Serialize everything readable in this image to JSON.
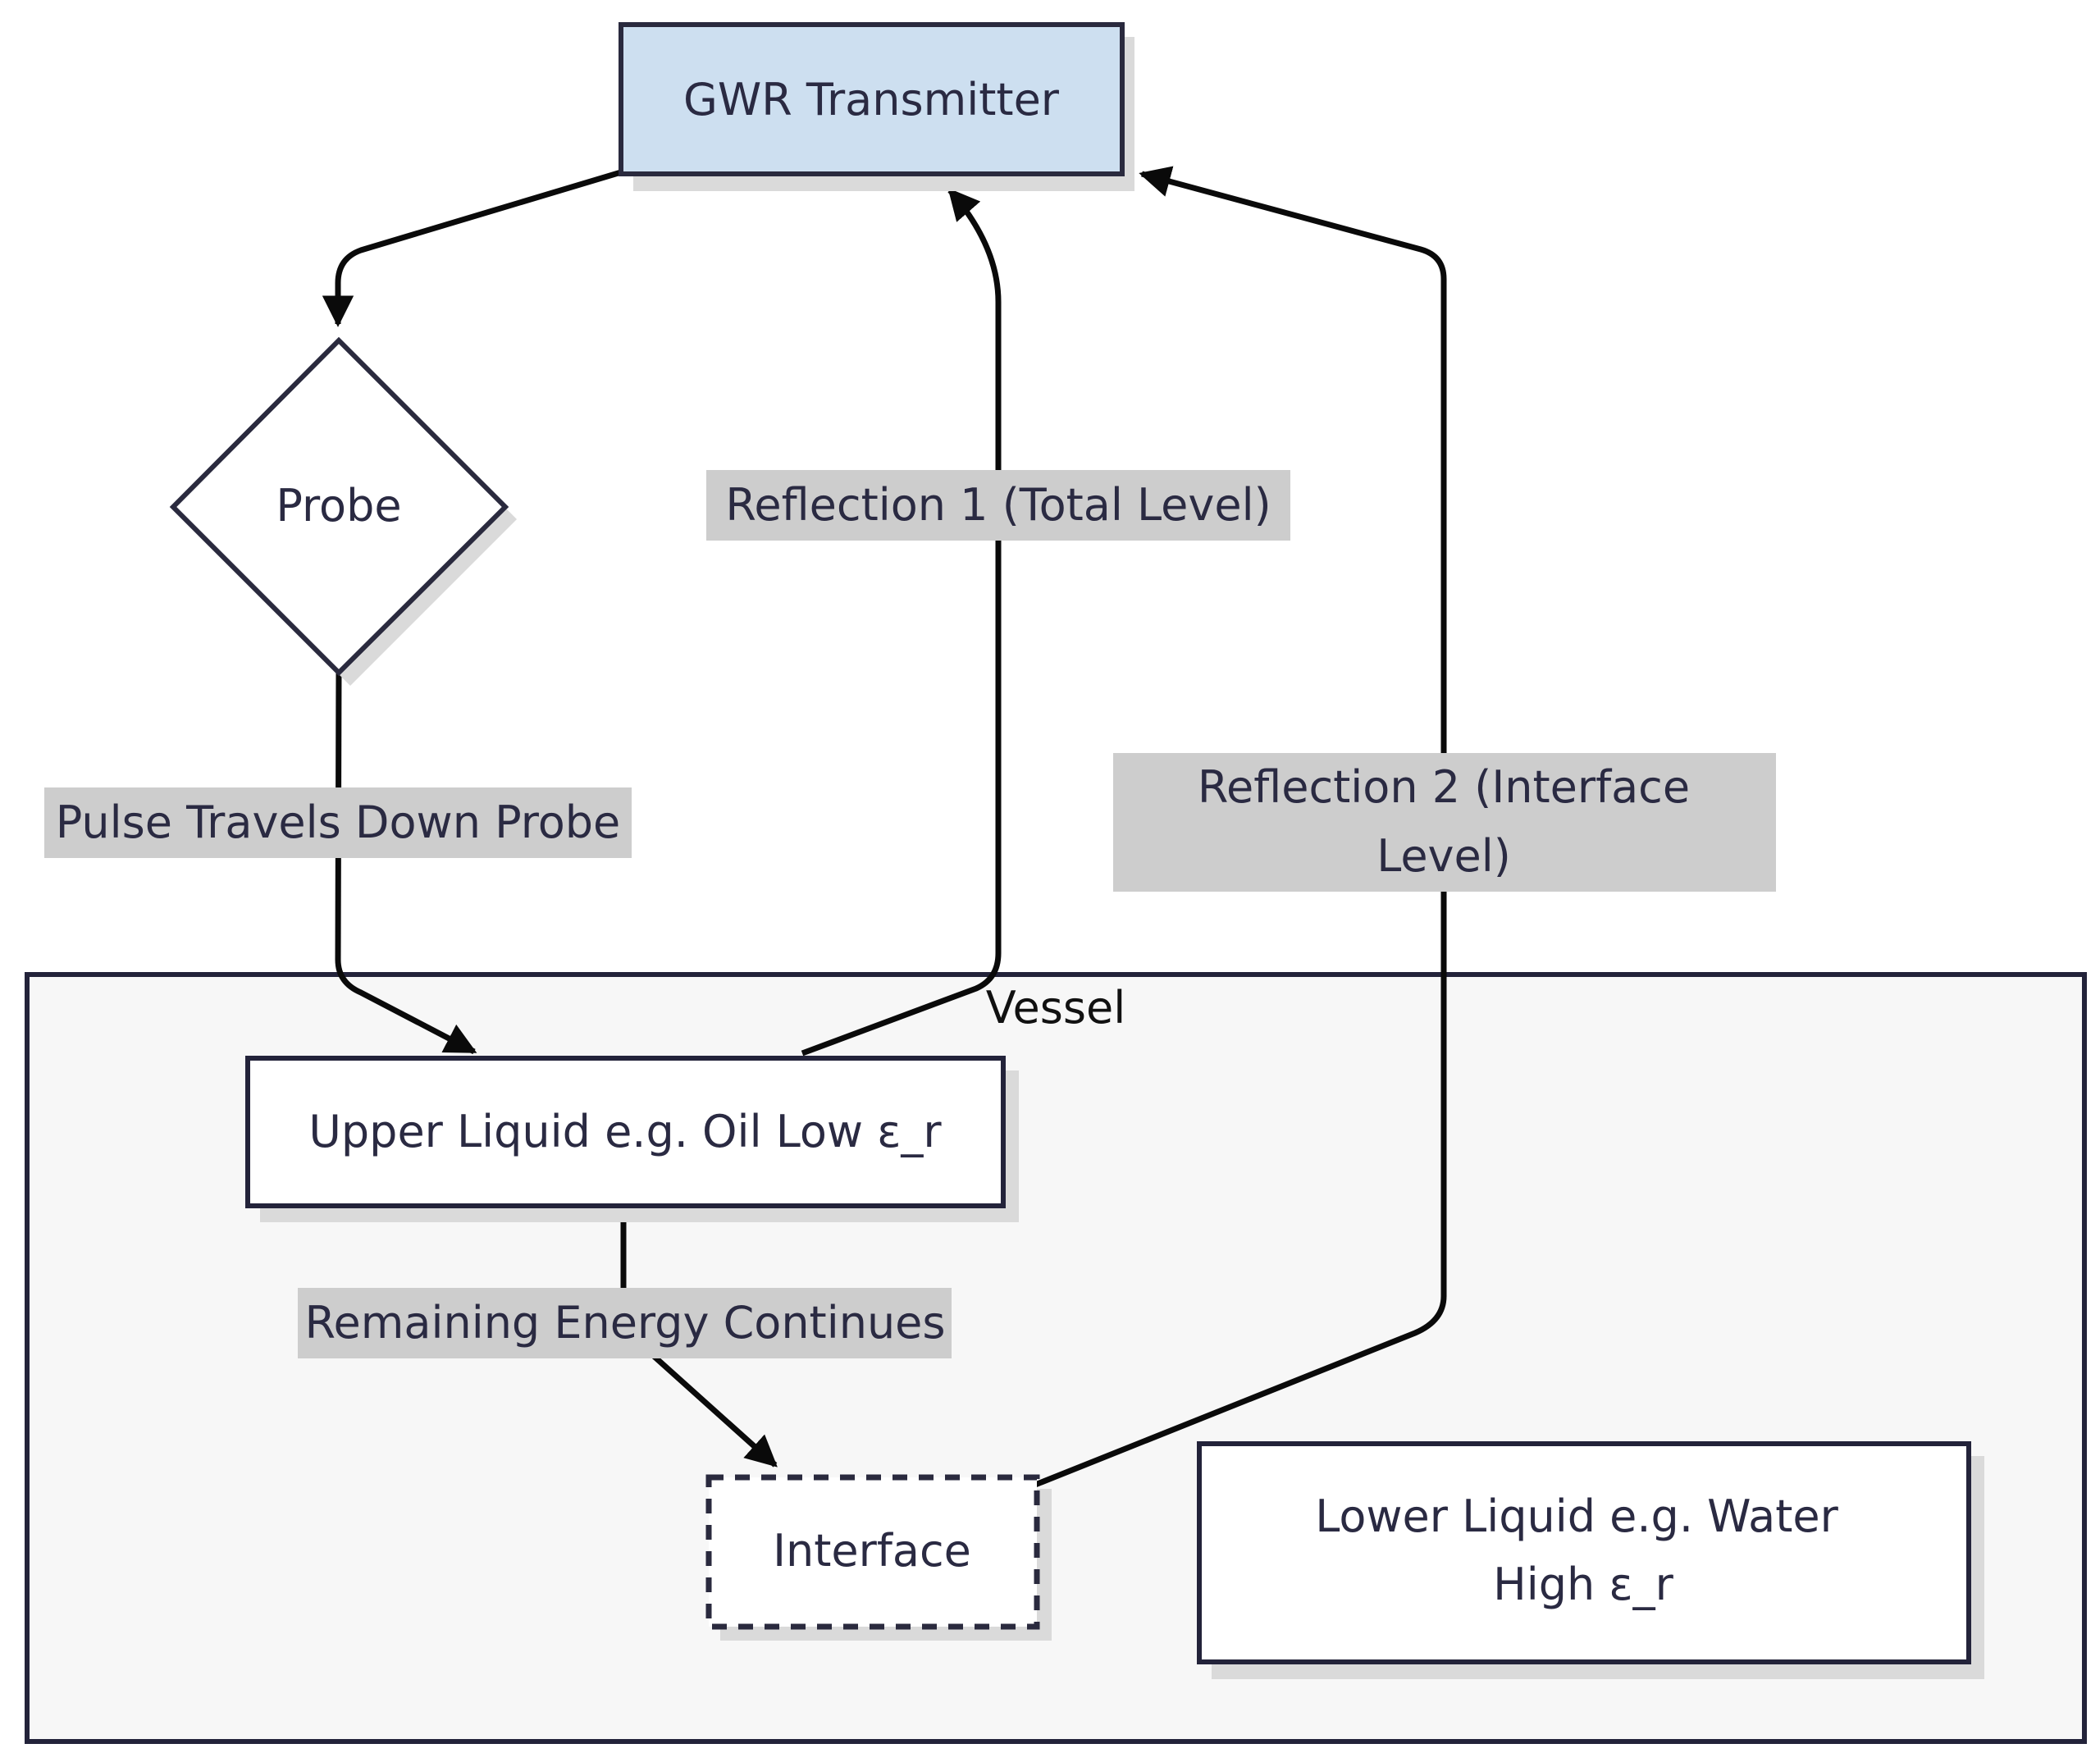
{
  "diagram": {
    "nodes": {
      "transmitter": "GWR Transmitter",
      "probe": "Probe",
      "upper_liquid": "Upper Liquid e.g. Oil Low ε_r",
      "interface": "Interface",
      "lower_liquid_line1": "Lower Liquid e.g. Water",
      "lower_liquid_line2": "High ε_r"
    },
    "group": {
      "vessel": "Vessel"
    },
    "edges": {
      "pulse": "Pulse Travels Down Probe",
      "reflection1": "Reflection 1 (Total Level)",
      "reflection2_line1": "Reflection 2 (Interface",
      "reflection2_line2": "Level)",
      "remaining": "Remaining Energy Continues"
    }
  },
  "colors": {
    "transmitter_fill": "#cddff0",
    "node_stroke": "#2a2a3e",
    "vessel_fill": "#f7f7f7",
    "label_bg": "#cdcdcd"
  }
}
